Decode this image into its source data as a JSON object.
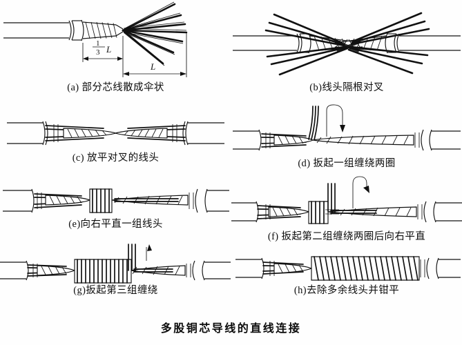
{
  "document": {
    "title": "多股铜芯导线的直线连接",
    "background_color": "#fefefe",
    "ink_color": "#111111"
  },
  "figure": {
    "type": "technical-illustration",
    "subject": "多股铜芯导线的直线连接",
    "step_count": 8,
    "panels": [
      {
        "key": "a",
        "caption": "(a) 部分芯线散成伞状",
        "dimension_labels": [
          {
            "name": "one-third-L",
            "numerator": "1",
            "denominator": "3",
            "symbol": "L"
          },
          {
            "name": "full-L",
            "symbol": "L"
          }
        ]
      },
      {
        "key": "b",
        "caption": "(b)线头隔根对叉"
      },
      {
        "key": "c",
        "caption": "(c) 放平对叉的线头"
      },
      {
        "key": "d",
        "caption": "(d) 扳起一组缠绕两圈"
      },
      {
        "key": "e",
        "caption": "(e)向右平直一组线头"
      },
      {
        "key": "f",
        "caption": "(f) 扳起第二组缠绕两圈后向右平直"
      },
      {
        "key": "g",
        "caption": "(g)扳起第三组缠绕"
      },
      {
        "key": "h",
        "caption": "(h)去除多余线头并钳平"
      }
    ]
  }
}
